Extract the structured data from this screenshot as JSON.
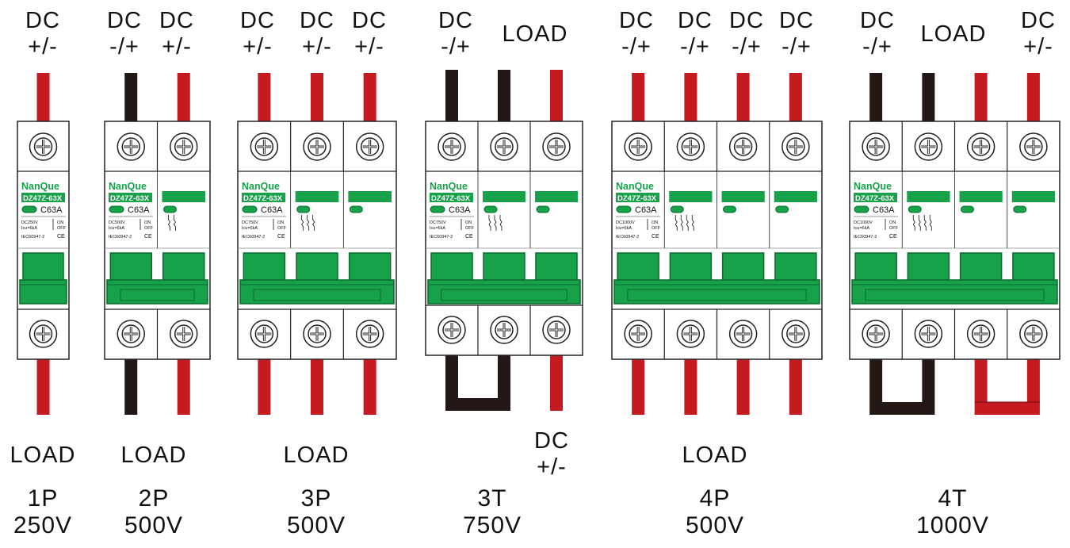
{
  "brand": "NanQue",
  "colors": {
    "red_wire": "#c41a20",
    "black_wire": "#231815",
    "green": "#17a24a",
    "dark_green": "#0b6b2f",
    "outline": "#222222"
  },
  "breakers": [
    {
      "id": "1P",
      "top_labels": [
        "DC\n+/-"
      ],
      "bottom_labels": [
        "LOAD"
      ],
      "rating": "1P\n250V",
      "model": "DZ47Z-63X",
      "current": "C63A",
      "spec1": "DC250V",
      "spec2": "Icu=6kA",
      "std": "IEC60947-2",
      "on": "ON",
      "off": "OFF",
      "ce": "CE"
    },
    {
      "id": "2P",
      "top_labels": [
        "DC\n-/+",
        "DC\n+/-"
      ],
      "bottom_labels": [
        "LOAD"
      ],
      "rating": "2P\n500V",
      "model": "DZ47Z-63X",
      "current": "C63A",
      "spec1": "DC500V",
      "spec2": "Icu=6kA",
      "std": "IEC60947-2",
      "on": "ON",
      "off": "OFF",
      "ce": "CE"
    },
    {
      "id": "3P",
      "top_labels": [
        "DC\n+/-",
        "DC\n+/-",
        "DC\n+/-"
      ],
      "bottom_labels": [
        "LOAD"
      ],
      "rating": "3P\n500V",
      "model": "DZ47Z-63X",
      "current": "C63A",
      "spec1": "DC750V",
      "spec2": "Icu=6kA",
      "std": "IEC60947-2",
      "on": "ON",
      "off": "OFF",
      "ce": "CE"
    },
    {
      "id": "3T",
      "top_labels": [
        "DC\n-/+",
        "LOAD"
      ],
      "bottom_labels": [
        "DC\n+/-"
      ],
      "rating": "3T\n750V",
      "model": "DZ47Z-63X",
      "current": "C63A",
      "spec1": "DC750V",
      "spec2": "Icu=6kA",
      "std": "IEC60947-2",
      "on": "ON",
      "off": "OFF",
      "ce": "CE"
    },
    {
      "id": "4P",
      "top_labels": [
        "DC\n-/+",
        "DC\n-/+",
        "DC\n-/+",
        "DC\n-/+"
      ],
      "bottom_labels": [
        "LOAD"
      ],
      "rating": "4P\n500V",
      "model": "DZ47Z-63X",
      "current": "C63A",
      "spec1": "DC1000V",
      "spec2": "Icu=6kA",
      "std": "IEC60947-2",
      "on": "ON",
      "off": "OFF",
      "ce": "CE"
    },
    {
      "id": "4T",
      "top_labels": [
        "DC\n-/+",
        "LOAD",
        "DC\n+/-"
      ],
      "bottom_labels": [],
      "rating": "4T\n1000V",
      "model": "DZ47Z-63X",
      "current": "C63A",
      "spec1": "DC1000V",
      "spec2": "Icu=6kA",
      "std": "IEC60947-2",
      "on": "ON",
      "off": "OFF",
      "ce": "CE"
    }
  ]
}
